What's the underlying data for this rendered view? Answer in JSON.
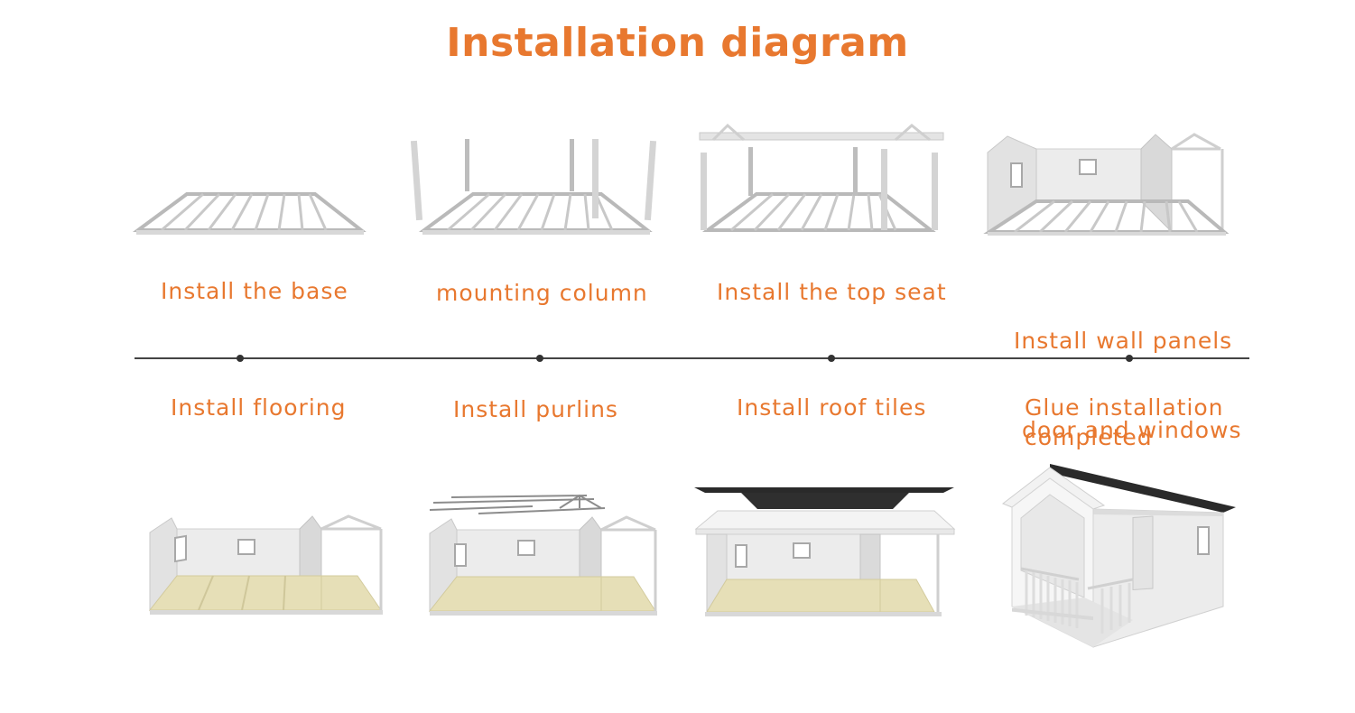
{
  "title": "Installation diagram",
  "colors": {
    "accent": "#e8782f",
    "timeline": "#444444",
    "floor": "#e6dfb7",
    "roof": "#2a2a2a"
  },
  "top_steps": [
    {
      "lines": [
        "Install the base"
      ]
    },
    {
      "lines": [
        "mounting column"
      ]
    },
    {
      "lines": [
        "Install the top seat"
      ]
    },
    {
      "lines": [
        "Install wall panels",
        " door and windows"
      ]
    }
  ],
  "bottom_steps": [
    {
      "lines": [
        "Install flooring"
      ]
    },
    {
      "lines": [
        "Install purlins"
      ]
    },
    {
      "lines": [
        "Install roof tiles"
      ]
    },
    {
      "lines": [
        "Glue installation",
        "completed"
      ]
    }
  ]
}
